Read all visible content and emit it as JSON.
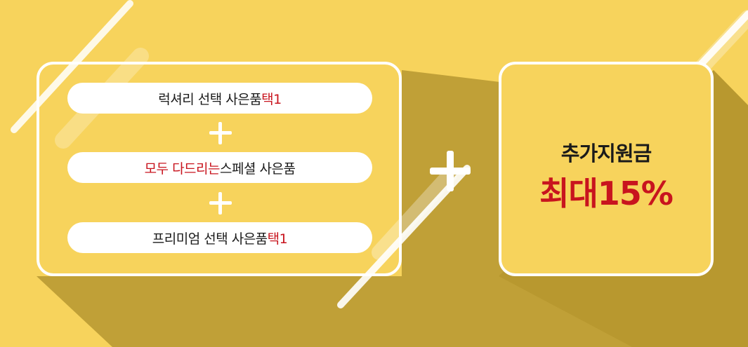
{
  "colors": {
    "background": "#f7d35c",
    "shadow": "#c0a037",
    "accent_red": "#c8141e",
    "text_dark": "#1a1a1a",
    "white": "#ffffff"
  },
  "left_panel": {
    "items": [
      {
        "prefix": "",
        "main": "럭셔리 선택 사은품 ",
        "highlight": "택1"
      },
      {
        "highlight": "모두 다드리는",
        "main": " 스페셜 사은품"
      },
      {
        "prefix": "",
        "main": "프리미엄 선택 사은품 ",
        "highlight": "택1"
      }
    ],
    "separator_icon": "plus-icon"
  },
  "join_icon": "plus-icon",
  "right_panel": {
    "label": "추가지원금",
    "value": "최대15%"
  }
}
